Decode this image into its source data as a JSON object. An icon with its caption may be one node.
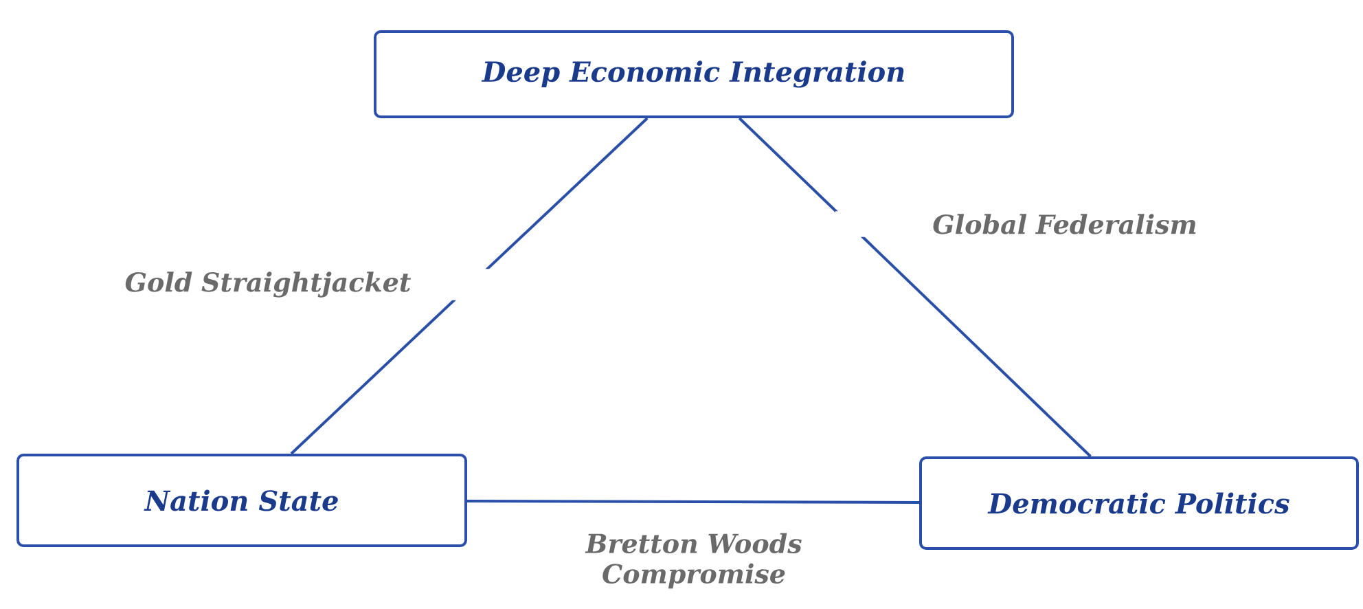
{
  "diagram": {
    "nodes": [
      {
        "text": [
          "Deep Economic Integration"
        ]
      },
      {
        "text": [
          "Nation State"
        ]
      },
      {
        "text": [
          "Democratic Politics"
        ]
      }
    ],
    "edges": [
      {
        "from": 0,
        "to": 1,
        "arrow": "none",
        "label": "Gold Straightjacket"
      },
      {
        "from": 0,
        "to": 2,
        "arrow": "none",
        "label": "Global Federalism"
      },
      {
        "from": 1,
        "to": 2,
        "arrow": "none",
        "label": "Bretton Woods Compromise"
      }
    ]
  }
}
